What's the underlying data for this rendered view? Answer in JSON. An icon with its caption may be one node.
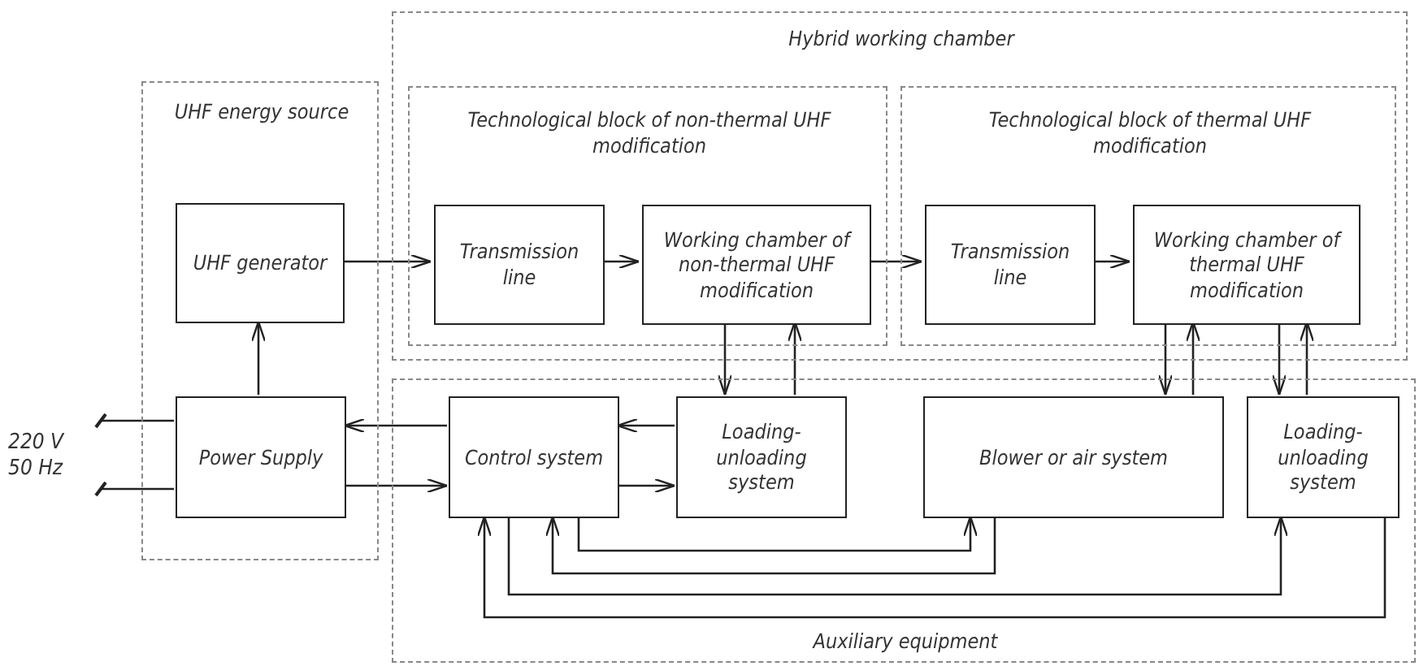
{
  "diagram": {
    "nodes": [
      {
        "text": [
          "UHF energy source"
        ]
      },
      {
        "text": [
          "UHF generator"
        ],
        "in": 0
      },
      {
        "text": [
          "Power Supply"
        ],
        "in": 0
      },
      {
        "text": [
          "Hybrid working chamber"
        ]
      },
      {
        "text": [
          "Technological block of non-thermal UHF modification"
        ],
        "in": 3
      },
      {
        "text": [
          "Transmission line"
        ],
        "in": 4
      },
      {
        "text": [
          "Working chamber of non-thermal UHF modification"
        ],
        "in": 4
      },
      {
        "text": [
          "Technological block of thermal UHF modification"
        ],
        "in": 3
      },
      {
        "text": [
          "Transmission line"
        ],
        "in": 7
      },
      {
        "text": [
          "Working chamber of thermal UHF modification"
        ],
        "in": 7
      },
      {
        "text": [
          "Auxiliary equipment"
        ]
      },
      {
        "text": [
          "Control system"
        ],
        "in": 10
      },
      {
        "text": [
          "Loading-unloading system"
        ],
        "in": 10
      },
      {
        "text": [
          "Blower or air system"
        ],
        "in": 10
      },
      {
        "text": [
          "Loading-unloading system"
        ],
        "in": 10
      },
      {
        "text": [
          "220 V 50 Hz"
        ]
      }
    ],
    "edges": [
      {
        "from": 2,
        "to": 1,
        "arrow": "to"
      },
      {
        "from": 1,
        "to": 5,
        "arrow": "to"
      },
      {
        "from": 5,
        "to": 6,
        "arrow": "to"
      },
      {
        "from": 6,
        "to": 8,
        "arrow": "to"
      },
      {
        "from": 8,
        "to": 9,
        "arrow": "to"
      },
      {
        "from": 6,
        "to": 12,
        "arrow": "to"
      },
      {
        "from": 12,
        "to": 6,
        "arrow": "to"
      },
      {
        "from": 9,
        "to": 13,
        "arrow": "to"
      },
      {
        "from": 13,
        "to": 9,
        "arrow": "to"
      },
      {
        "from": 9,
        "to": 14,
        "arrow": "to"
      },
      {
        "from": 14,
        "to": 9,
        "arrow": "to"
      },
      {
        "from": 11,
        "to": 2,
        "arrow": "to"
      },
      {
        "from": 2,
        "to": 11,
        "arrow": "to"
      },
      {
        "from": 12,
        "to": 11,
        "arrow": "to"
      },
      {
        "from": 11,
        "to": 12,
        "arrow": "to"
      },
      {
        "from": 11,
        "to": 13,
        "arrow": "to"
      },
      {
        "from": 13,
        "to": 11,
        "arrow": "to"
      },
      {
        "from": 11,
        "to": 14,
        "arrow": "to"
      },
      {
        "from": 14,
        "to": 11,
        "arrow": "to"
      },
      {
        "from": 15,
        "to": 2,
        "arrow": "other"
      },
      {
        "from": 15,
        "to": 2,
        "arrow": "other"
      }
    ]
  }
}
